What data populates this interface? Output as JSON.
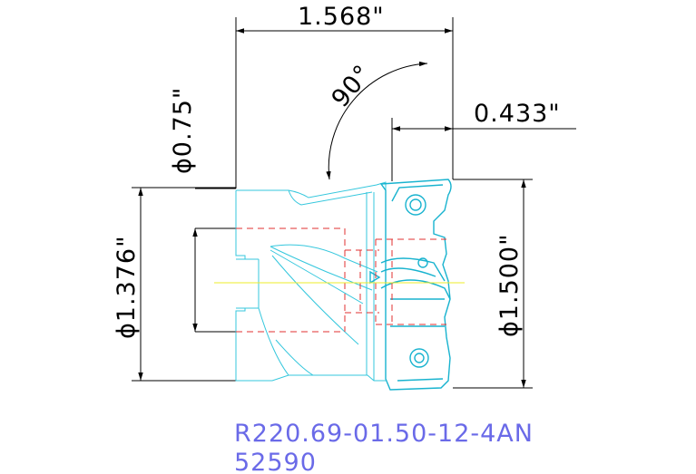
{
  "dimensions": {
    "overall_length": "1.568\"",
    "arbor_diameter": "ϕ0.75\"",
    "angle": "90°",
    "insert_length": "0.433\"",
    "body_diameter": "ϕ1.376\"",
    "cutting_diameter": "ϕ1.500\""
  },
  "labels": {
    "part_number": "R220.69-01.50-12-4AN",
    "item_code": "52590"
  },
  "colors": {
    "background": "#ffffff",
    "dimension": "#000000",
    "tool_outline": "#35c7dd",
    "hidden_lines": "#e23030",
    "center_line": "#eded2a",
    "label_text": "#6a6ae8"
  }
}
